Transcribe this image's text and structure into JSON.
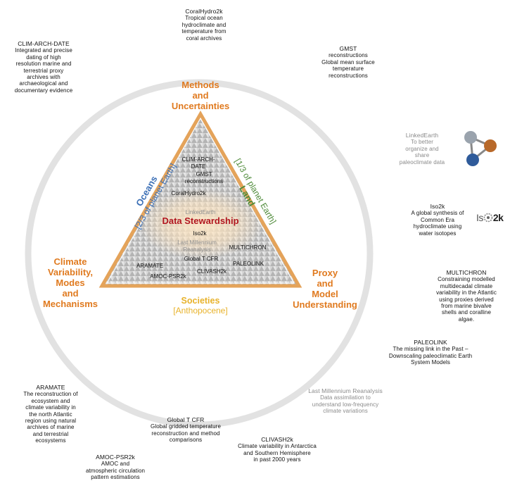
{
  "center_title": "Data Stewardship",
  "corners": {
    "top": [
      "Methods",
      "and",
      "Uncertainties"
    ],
    "left": [
      "Climate",
      "Variability,",
      "Modes",
      "and",
      "Mechanisms"
    ],
    "right": [
      "Proxy",
      "and",
      "Model",
      "Understanding"
    ]
  },
  "sides": {
    "oceans": {
      "name": "Oceans",
      "detail": "[2/3 of planet Earth]"
    },
    "land": {
      "name": "Land",
      "detail": "[1/3 of planet Earth]"
    },
    "societies": {
      "name": "Societies",
      "detail": "[Anthopocene]"
    }
  },
  "inner_labels": [
    {
      "id": "clim-arch-date",
      "lines": [
        "CLIM-ARCH-",
        "DATE"
      ],
      "color": "#111111"
    },
    {
      "id": "gmst",
      "lines": [
        "GMST",
        "reconstructions"
      ],
      "color": "#111111"
    },
    {
      "id": "coralhydro2k",
      "lines": [
        "CoralHydro2k"
      ],
      "color": "#111111"
    },
    {
      "id": "linkedearth",
      "lines": [
        "LinkedEarth"
      ],
      "color": "#8f8f8f"
    },
    {
      "id": "iso2k",
      "lines": [
        "Iso2k"
      ],
      "color": "#111111"
    },
    {
      "id": "lmr",
      "lines": [
        "Last Millennium",
        "Reanalysis"
      ],
      "color": "#8f8f8f"
    },
    {
      "id": "multichron",
      "lines": [
        "MULTICHRON"
      ],
      "color": "#111111"
    },
    {
      "id": "globaltcfr",
      "lines": [
        "Global T CFR"
      ],
      "color": "#111111"
    },
    {
      "id": "paleolink",
      "lines": [
        "PALEOLINK"
      ],
      "color": "#111111"
    },
    {
      "id": "aramate",
      "lines": [
        "ARAMATE"
      ],
      "color": "#111111"
    },
    {
      "id": "clivash2k",
      "lines": [
        "CLIVASH2k"
      ],
      "color": "#111111"
    },
    {
      "id": "amoc-psr2k",
      "lines": [
        "AMOC-PSR2k"
      ],
      "color": "#111111"
    }
  ],
  "projects": [
    {
      "id": "coralhydro2k",
      "name": "CoralHydro2k",
      "desc": [
        "Tropical ocean",
        "hydroclimate and",
        "temperature from",
        "coral archives"
      ],
      "tone": "dark"
    },
    {
      "id": "clim-arch-date",
      "name": "CLIM-ARCH-DATE",
      "desc": [
        "Integrated and precise",
        "dating of high",
        "resolution marine and",
        "terrestrial proxy",
        "archives with",
        "archaeological and",
        "documentary evidence"
      ],
      "tone": "dark"
    },
    {
      "id": "gmst",
      "name": "GMST",
      "desc": [
        "reconstructions",
        "Global mean surface",
        "temperature",
        "reconstructions"
      ],
      "tone": "dark"
    },
    {
      "id": "linkedearth",
      "name": "LinkedEarth",
      "desc": [
        "To better",
        "organize and",
        "share",
        "paleoclimate data"
      ],
      "tone": "grey"
    },
    {
      "id": "iso2k",
      "name": "Iso2k",
      "desc": [
        "A global synthesis of",
        "Common Era",
        "hydroclimate using",
        "water isotopes"
      ],
      "tone": "dark"
    },
    {
      "id": "multichron",
      "name": "MULTICHRON",
      "desc": [
        "Constraining modelled",
        "multidecadal climate",
        "variability in the Atlantic",
        "using proxies derived",
        "from marine bivalve",
        "shells and coralline",
        "algae."
      ],
      "tone": "dark"
    },
    {
      "id": "paleolink",
      "name": "PALEOLINK",
      "desc": [
        "The missing link in the Past –",
        "Downscaling paleoclimatic Earth",
        "System Models"
      ],
      "tone": "dark"
    },
    {
      "id": "lmr",
      "name": "Last Millennium Reanalysis",
      "desc": [
        "Data assimilation to",
        "understand low-frequency",
        "climate variations"
      ],
      "tone": "grey"
    },
    {
      "id": "aramate",
      "name": "ARAMATE",
      "desc": [
        "The reconstruction of",
        "ecosystem and",
        "climate variability in",
        "the north Atlantic",
        "region using natural",
        "archives of marine",
        "and terrestrial",
        "ecosystems"
      ],
      "tone": "dark"
    },
    {
      "id": "globaltcfr",
      "name": "Global T CFR",
      "desc": [
        "Global gridded temperature",
        "reconstruction and method",
        "comparisons"
      ],
      "tone": "dark"
    },
    {
      "id": "clivash2k",
      "name": "CLIVASH2k",
      "desc": [
        "Climate variability in Antarctica",
        "and Southern Hemisphere",
        "in past 2000 years"
      ],
      "tone": "dark"
    },
    {
      "id": "amoc-psr2k",
      "name": "AMOC-PSR2k",
      "desc": [
        "AMOC and",
        "atmospheric circulation",
        "pattern estimations"
      ],
      "tone": "dark"
    }
  ],
  "logos": {
    "iso2k_prefix": "Is",
    "iso2k_suffix": "2k"
  },
  "colors": {
    "orange": "#e07a1f",
    "ocean_blue": "#3b6fb6",
    "land_green": "#4d8a38",
    "society_yellow": "#e8b22a",
    "stewardship_red": "#b1161f",
    "circle_grey": "#e4e4e4"
  }
}
